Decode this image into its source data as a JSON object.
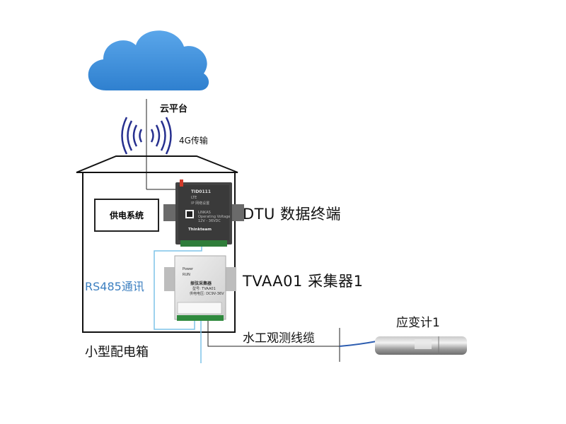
{
  "cloud": {
    "label": "云平台"
  },
  "transmission": {
    "label": "4G传输"
  },
  "dtu": {
    "label": "DTU 数据终端",
    "model": "TID0111",
    "line1": "LTE",
    "line2": "IP 网络设置",
    "spec1": "LINKAS",
    "spec2": "Operating Voltage",
    "spec3": "12V - 36VDC",
    "brand": "Thinkteam"
  },
  "power_system": {
    "label": "供电系统"
  },
  "acquisition": {
    "label": "TVAA01 采集器1",
    "status1": "Power",
    "status2": "RUN",
    "title": "振弦采集器",
    "model": "型号: TVAA01",
    "supply": "供电电压: DC9V-36V"
  },
  "rs485": {
    "label": "RS485通讯"
  },
  "cable": {
    "label": "水工观测线缆"
  },
  "gauge": {
    "label": "应变计1"
  },
  "enclosure": {
    "label": "小型配电箱"
  },
  "colors": {
    "cloud": "#3d8ed8",
    "wave": "#27308f",
    "rs485": "#7dc3e8",
    "line": "#222222"
  }
}
